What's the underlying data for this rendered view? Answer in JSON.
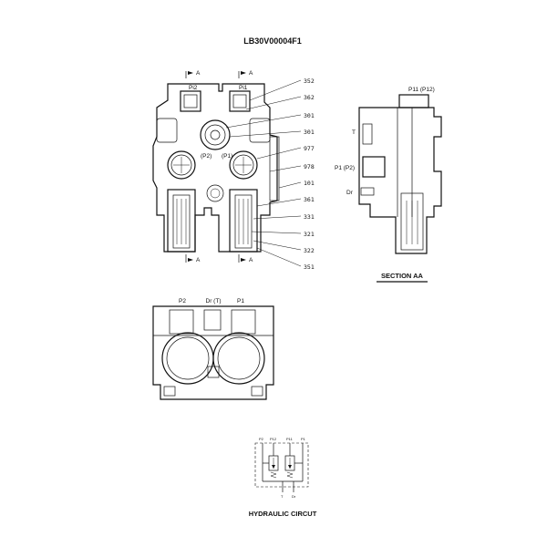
{
  "drawing": {
    "code": "LB30V00004F1"
  },
  "front_view": {
    "section_marks": [
      "A",
      "A",
      "A",
      "A"
    ],
    "port_labels": {
      "pi2": "Pi2",
      "pi1": "Pi1",
      "p2": "(P2)",
      "p1": "(P1)"
    },
    "part_numbers": [
      "352",
      "362",
      "301",
      "301",
      "977",
      "978",
      "101",
      "361",
      "331",
      "321",
      "322",
      "351"
    ]
  },
  "section_aa": {
    "title": "SECTION  AA",
    "labels": {
      "p11": "P11 (P12)",
      "t": "T",
      "p1": "P1 (P2)",
      "dr": "Dr"
    }
  },
  "bottom_view": {
    "labels": {
      "p2": "P2",
      "dr": "Dr (T)",
      "p1": "P1"
    }
  },
  "hydraulic_circuit": {
    "caption": "HYDRAULIC CIRCUT",
    "top_labels": [
      "P2",
      "P12",
      "P11",
      "P1"
    ],
    "bottom_labels": [
      "T",
      "Dr"
    ]
  }
}
